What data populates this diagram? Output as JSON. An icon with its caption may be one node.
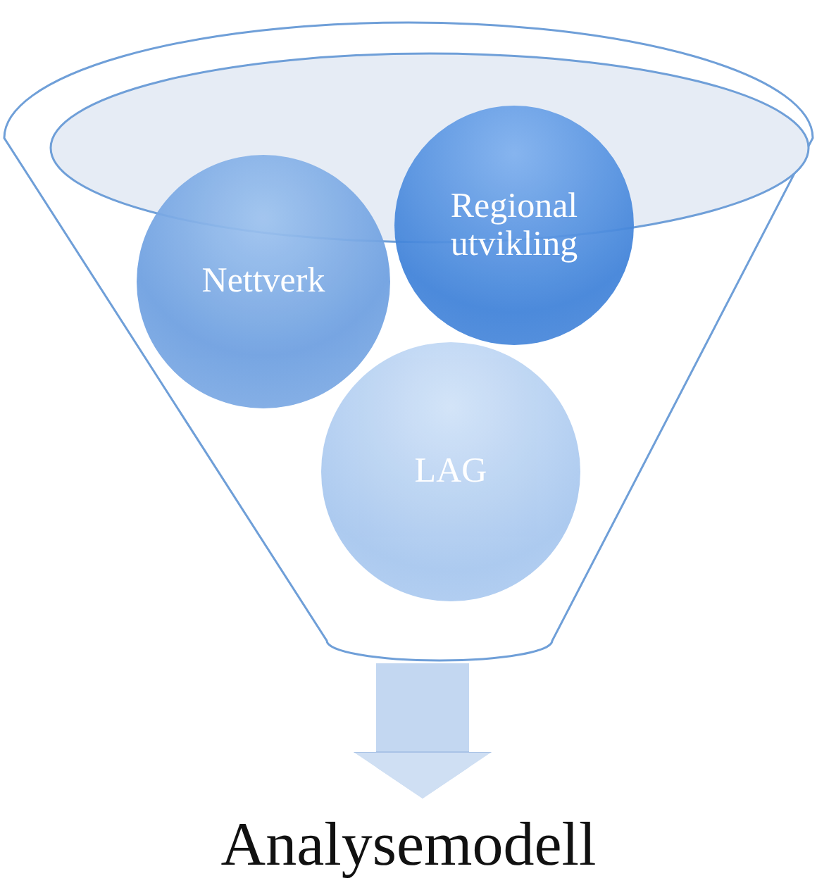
{
  "diagram": {
    "nodes": [
      {
        "text": [],
        "shape": "funnel"
      },
      {
        "text": [
          "Nettverk"
        ],
        "in": 0
      },
      {
        "text": [
          "Regional utvikling"
        ],
        "in": 0
      },
      {
        "text": [
          "LAG"
        ],
        "in": 0
      },
      {
        "text": [
          "Analysemodell"
        ]
      }
    ],
    "edges": [
      {
        "from": 0,
        "to": 4,
        "arrow": "to"
      }
    ]
  }
}
